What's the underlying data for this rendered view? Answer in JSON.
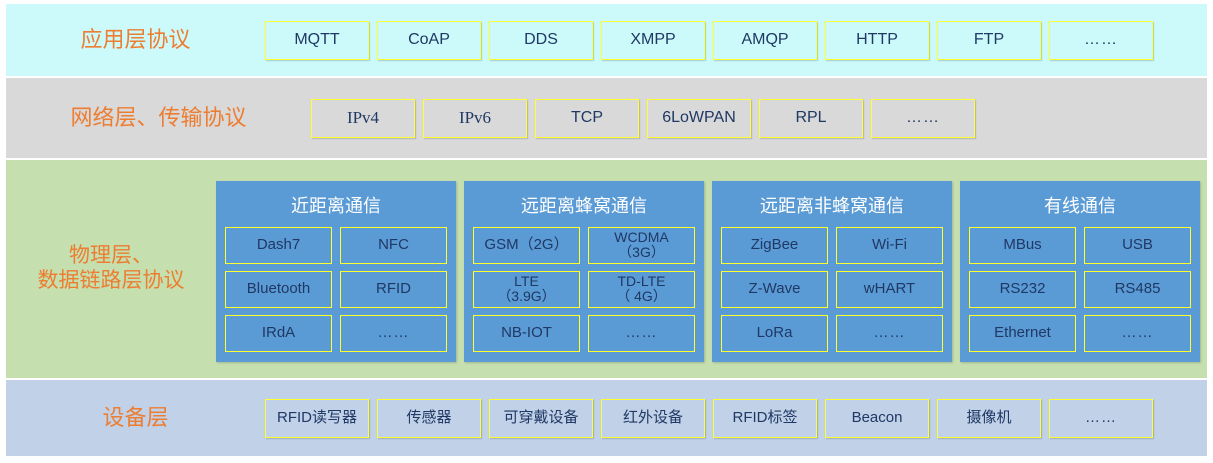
{
  "colors": {
    "app_layer_bg": "#CCFAFA",
    "network_layer_bg": "#D9D9D9",
    "physical_layer_bg": "#C5DFAE",
    "device_layer_bg": "#C0D1E8",
    "group_bg": "#5B9BD5",
    "chip_border": "#FFFF2E",
    "label_color": "#ED7D31",
    "chip_text": "#1F3864",
    "group_title_text": "#FFFFFF"
  },
  "layers": {
    "application": {
      "label": "应用层协议",
      "chips": [
        "MQTT",
        "CoAP",
        "DDS",
        "XMPP",
        "AMQP",
        "HTTP",
        "FTP",
        "……"
      ]
    },
    "network": {
      "label": "网络层、传输协议",
      "chips": [
        "IPv4",
        "IPv6",
        "TCP",
        "6LoWPAN",
        "RPL",
        "……"
      ]
    },
    "physical": {
      "label": "物理层、\n数据链路层协议",
      "groups": [
        {
          "title": "近距离通信",
          "cells": [
            "Dash7",
            "NFC",
            "Bluetooth",
            "RFID",
            "IRdA",
            "……"
          ]
        },
        {
          "title": "远距离蜂窝通信",
          "cells": [
            "GSM（2G）",
            "WCDMA\n（3G）",
            "LTE\n（3.9G）",
            "TD-LTE\n（ 4G）",
            "NB-IOT",
            "……"
          ]
        },
        {
          "title": "远距离非蜂窝通信",
          "cells": [
            "ZigBee",
            "Wi-Fi",
            "Z-Wave",
            "wHART",
            "LoRa",
            "……"
          ]
        },
        {
          "title": "有线通信",
          "cells": [
            "MBus",
            "USB",
            "RS232",
            "RS485",
            "Ethernet",
            "……"
          ]
        }
      ]
    },
    "device": {
      "label": "设备层",
      "chips": [
        "RFID读写器",
        "传感器",
        "可穿戴设备",
        "红外设备",
        "RFID标签",
        "Beacon",
        "摄像机",
        "……"
      ]
    }
  }
}
